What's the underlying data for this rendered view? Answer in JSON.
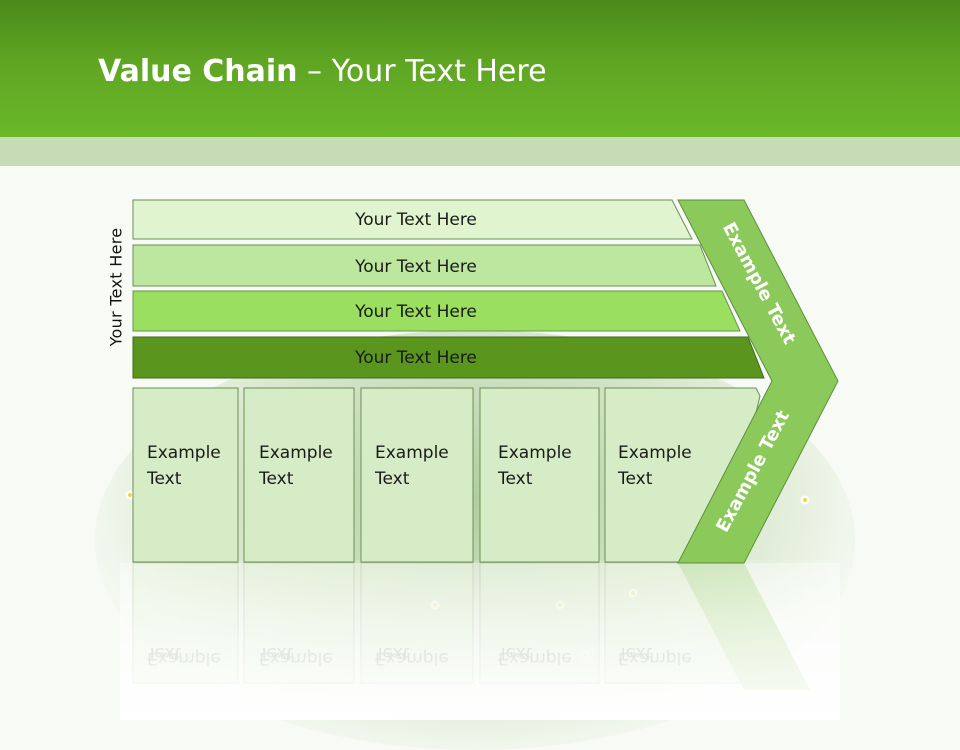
{
  "slide": {
    "title_bold": "Value Chain",
    "title_rest": " – Your Text Here",
    "side_label": "Your Text Here"
  },
  "bars": [
    {
      "label": "Your Text Here",
      "fill": "#e0f4cf"
    },
    {
      "label": "Your Text Here",
      "fill": "#bde79e"
    },
    {
      "label": "Your Text Here",
      "fill": "#9adf5f"
    },
    {
      "label": "Your Text Here",
      "fill": "#5a951e"
    }
  ],
  "columns": [
    {
      "line1": "Example",
      "line2": "Text"
    },
    {
      "line1": "Example",
      "line2": "Text"
    },
    {
      "line1": "Example",
      "line2": "Text"
    },
    {
      "line1": "Example",
      "line2": "Text"
    },
    {
      "line1": "Example",
      "line2": "Text"
    }
  ],
  "chevron": {
    "top_label": "Example Text",
    "bottom_label": "Example Text",
    "fill": "#8cc95b"
  },
  "colors": {
    "header": "#5fa523",
    "column_fill": "#d6ecc6",
    "outline": "#4e7a33"
  }
}
